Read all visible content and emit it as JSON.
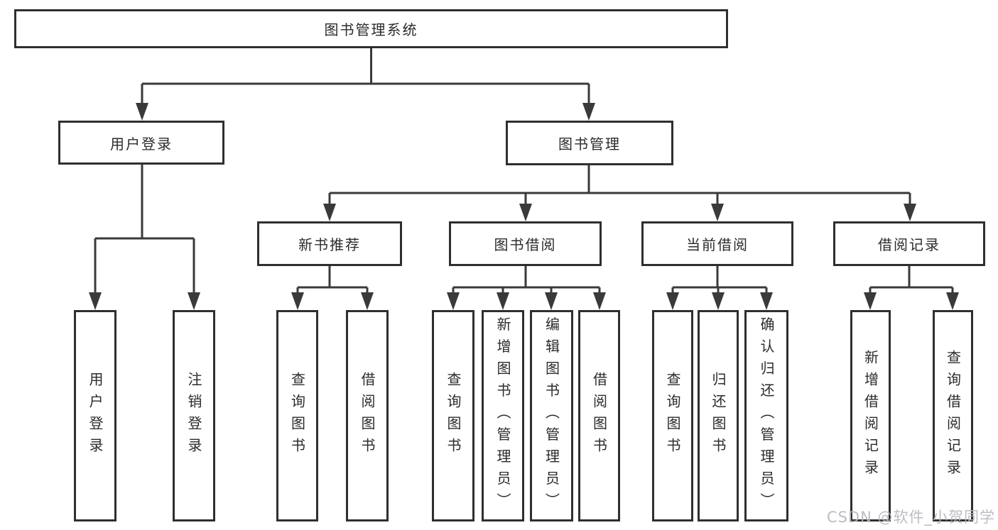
{
  "colors": {
    "line": "#3a3a3a",
    "box_border": "#2f2f2f",
    "text": "#2b2b2b",
    "watermark": "#b6b6c0",
    "background": "#ffffff"
  },
  "watermark": {
    "text": "CSDN @软件_小贺同学"
  },
  "tree": {
    "root": {
      "label": "图书管理系统"
    },
    "level2": [
      {
        "label": "用户登录"
      },
      {
        "label": "图书管理"
      }
    ],
    "level3": [
      {
        "label": "新书推荐"
      },
      {
        "label": "图书借阅"
      },
      {
        "label": "当前借阅"
      },
      {
        "label": "借阅记录"
      }
    ],
    "leaves": {
      "user_login": [
        {
          "label": "用户登录"
        },
        {
          "label": "注销登录"
        }
      ],
      "new_book_rec": [
        {
          "label": "查询图书"
        },
        {
          "label": "借阅图书"
        }
      ],
      "book_borrow": [
        {
          "label": "查询图书"
        },
        {
          "label": "新增图书（管理员）"
        },
        {
          "label": "编辑图书（管理员）"
        },
        {
          "label": "借阅图书"
        }
      ],
      "current_borrow": [
        {
          "label": "查询图书"
        },
        {
          "label": "归还图书"
        },
        {
          "label": "确认归还（管理员）"
        }
      ],
      "borrow_records": [
        {
          "label": "新增借阅记录"
        },
        {
          "label": "查询借阅记录"
        }
      ]
    }
  }
}
